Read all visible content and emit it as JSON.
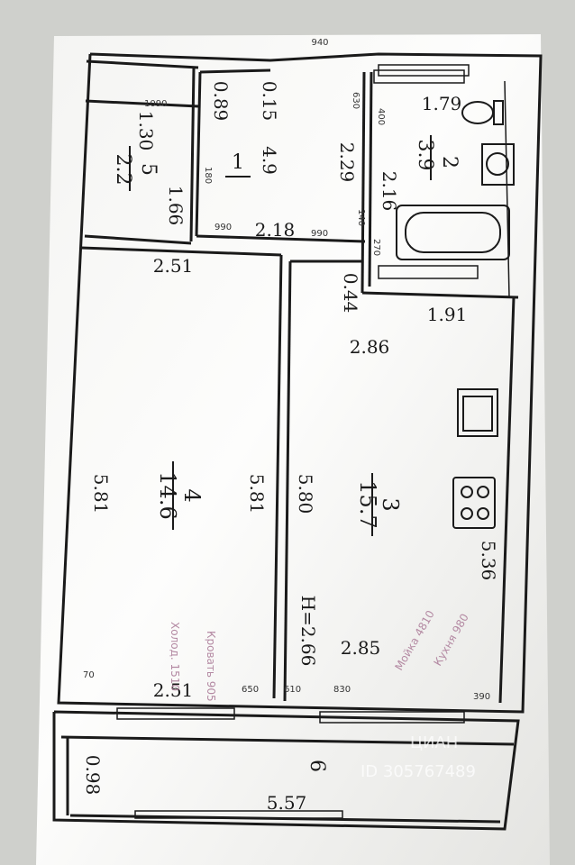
{
  "title_dim": "940",
  "rooms": {
    "r1": {
      "num": "1",
      "area": "4.9"
    },
    "r2": {
      "num": "2",
      "area": "3.9"
    },
    "r3": {
      "num": "3",
      "area": "15.7"
    },
    "r4": {
      "num": "4",
      "area": "14.6"
    },
    "r5": {
      "num": "5",
      "area": "2.2"
    },
    "r6": {
      "num": "6"
    }
  },
  "dims": {
    "d_089": "0.89",
    "d_015": "0.15",
    "d_130": "1.30",
    "d_166": "1.66",
    "d_229": "2.29",
    "d_218": "2.18",
    "d_179": "1.79",
    "d_216": "2.16",
    "d_191": "1.91",
    "d_044": "0.44",
    "d_251_top": "2.51",
    "d_286": "2.86",
    "d_581_left": "5.81",
    "d_581_right": "5.81",
    "d_580": "5.80",
    "d_536": "5.36",
    "d_285": "2.85",
    "d_266": "H=2.66",
    "d_251_bot": "2.51",
    "d_098": "0.98",
    "d_557": "5.57"
  },
  "small_marks": {
    "m_1090": "1090",
    "m_630": "630",
    "m_400": "400",
    "m_180": "180",
    "m_990a": "990",
    "m_990b": "990",
    "m_270": "270",
    "m_140": "140",
    "m_70": "70",
    "m_650": "650",
    "m_610": "610",
    "m_830": "830",
    "m_390": "390"
  },
  "handwritten": {
    "h1": "Кровать 905",
    "h2": "Холод. 1510",
    "h3": "Кухня 980",
    "h4": "Мойка 4810"
  },
  "watermark": {
    "brand": "ЦИАН",
    "id": "ID 305767489"
  },
  "colors": {
    "paper": "#eeeeec",
    "ink": "#1a1a1a",
    "light": "#fbfbfa"
  }
}
